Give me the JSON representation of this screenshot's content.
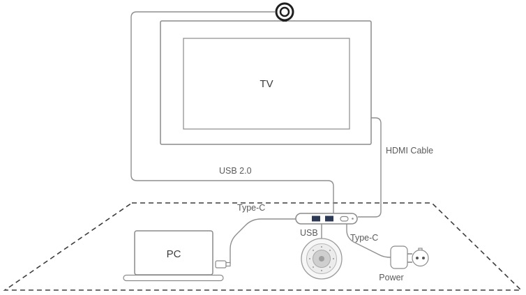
{
  "figure": {
    "type": "connection-diagram",
    "description_visible": false,
    "labels": {
      "tv": "TV",
      "pc": "PC",
      "usb_2_0": "USB 2.0",
      "hdmi_cable": "HDMI Cable",
      "type_c_left": "Type-C",
      "type_c_right": "Type-C",
      "usb": "USB",
      "power": "Power"
    },
    "colors": {
      "cable_line": "#8f8f8f",
      "device_stroke": "#8a8a8a",
      "table_dash": "#3c3c3c",
      "label_text": "#5a5a5a",
      "device_text": "#3c3c3c",
      "camera_stroke": "#1f1f1f",
      "port_fill": "#2c3a55",
      "speaker_fill_outer": "#f7f7f7",
      "speaker_fill_mid": "#ececec",
      "speaker_fill_inner": "#cfcfcf"
    }
  }
}
